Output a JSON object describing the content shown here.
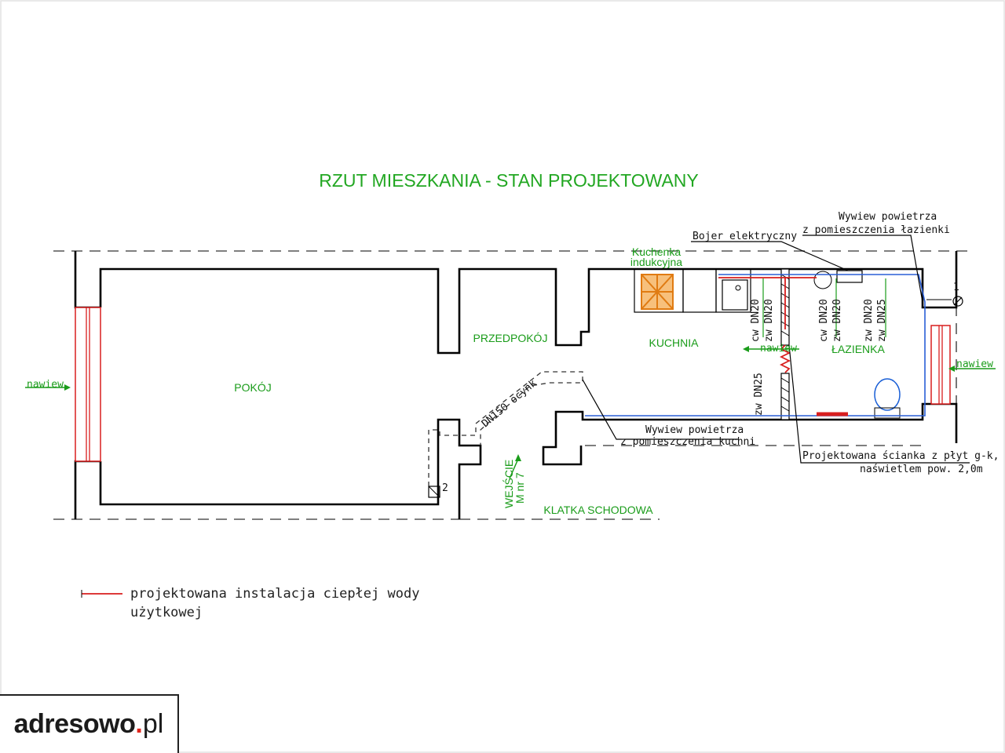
{
  "title": "RZUT MIESZKANIA - STAN PROJEKTOWANY",
  "rooms": {
    "pokoj": "POKÓJ",
    "przedpokoj": "PRZEDPOKÓJ",
    "kuchnia": "KUCHNIA",
    "lazienka": "ŁAZIENKA",
    "klatka": "KLATKA  SCHODOWA"
  },
  "labels": {
    "nawiew_left": "nawiew",
    "nawiew_mid": "nawiew",
    "nawiew_right": "nawiew",
    "kuchenka_line1": "Kuchenka",
    "kuchenka_line2": "indukcyjna",
    "bojler": "Bojer elektryczny",
    "wywiew_laz_1": "Wywiew powietrza",
    "wywiew_laz_2": "z pomieszczenia łazienki",
    "wywiew_kuch_1": "Wywiew powietrza",
    "wywiew_kuch_2": "z pomieszczenia kuchni",
    "scianka_1": "Projektowana ścianka z płyt g-k, z",
    "scianka_2": "naświetlem pow. 2,0m",
    "dn150": "DN150 ocynk",
    "wejscie_1": "WEJŚCIE",
    "wejscie_2": "M nr 7",
    "marker_1": "1",
    "marker_2": "2"
  },
  "pipes": {
    "p1a": "cw  DN20",
    "p1b": "zw  DN20",
    "p2a": "cw  DN20",
    "p2b": "zw  DN20",
    "p3a": "zw  DN20",
    "p3b": "zw  DN25",
    "p4": "zw  DN25"
  },
  "legend": {
    "line1": "projektowana instalacja ciepłej wody",
    "line2": "użytkowej"
  },
  "watermark": {
    "brand": "adresowo",
    "dot": ".",
    "tld": "pl"
  },
  "colors": {
    "title": "#22a722",
    "hot_water": "#d81e1e",
    "cold_water": "#2a5fd6",
    "walls": "#000000"
  }
}
